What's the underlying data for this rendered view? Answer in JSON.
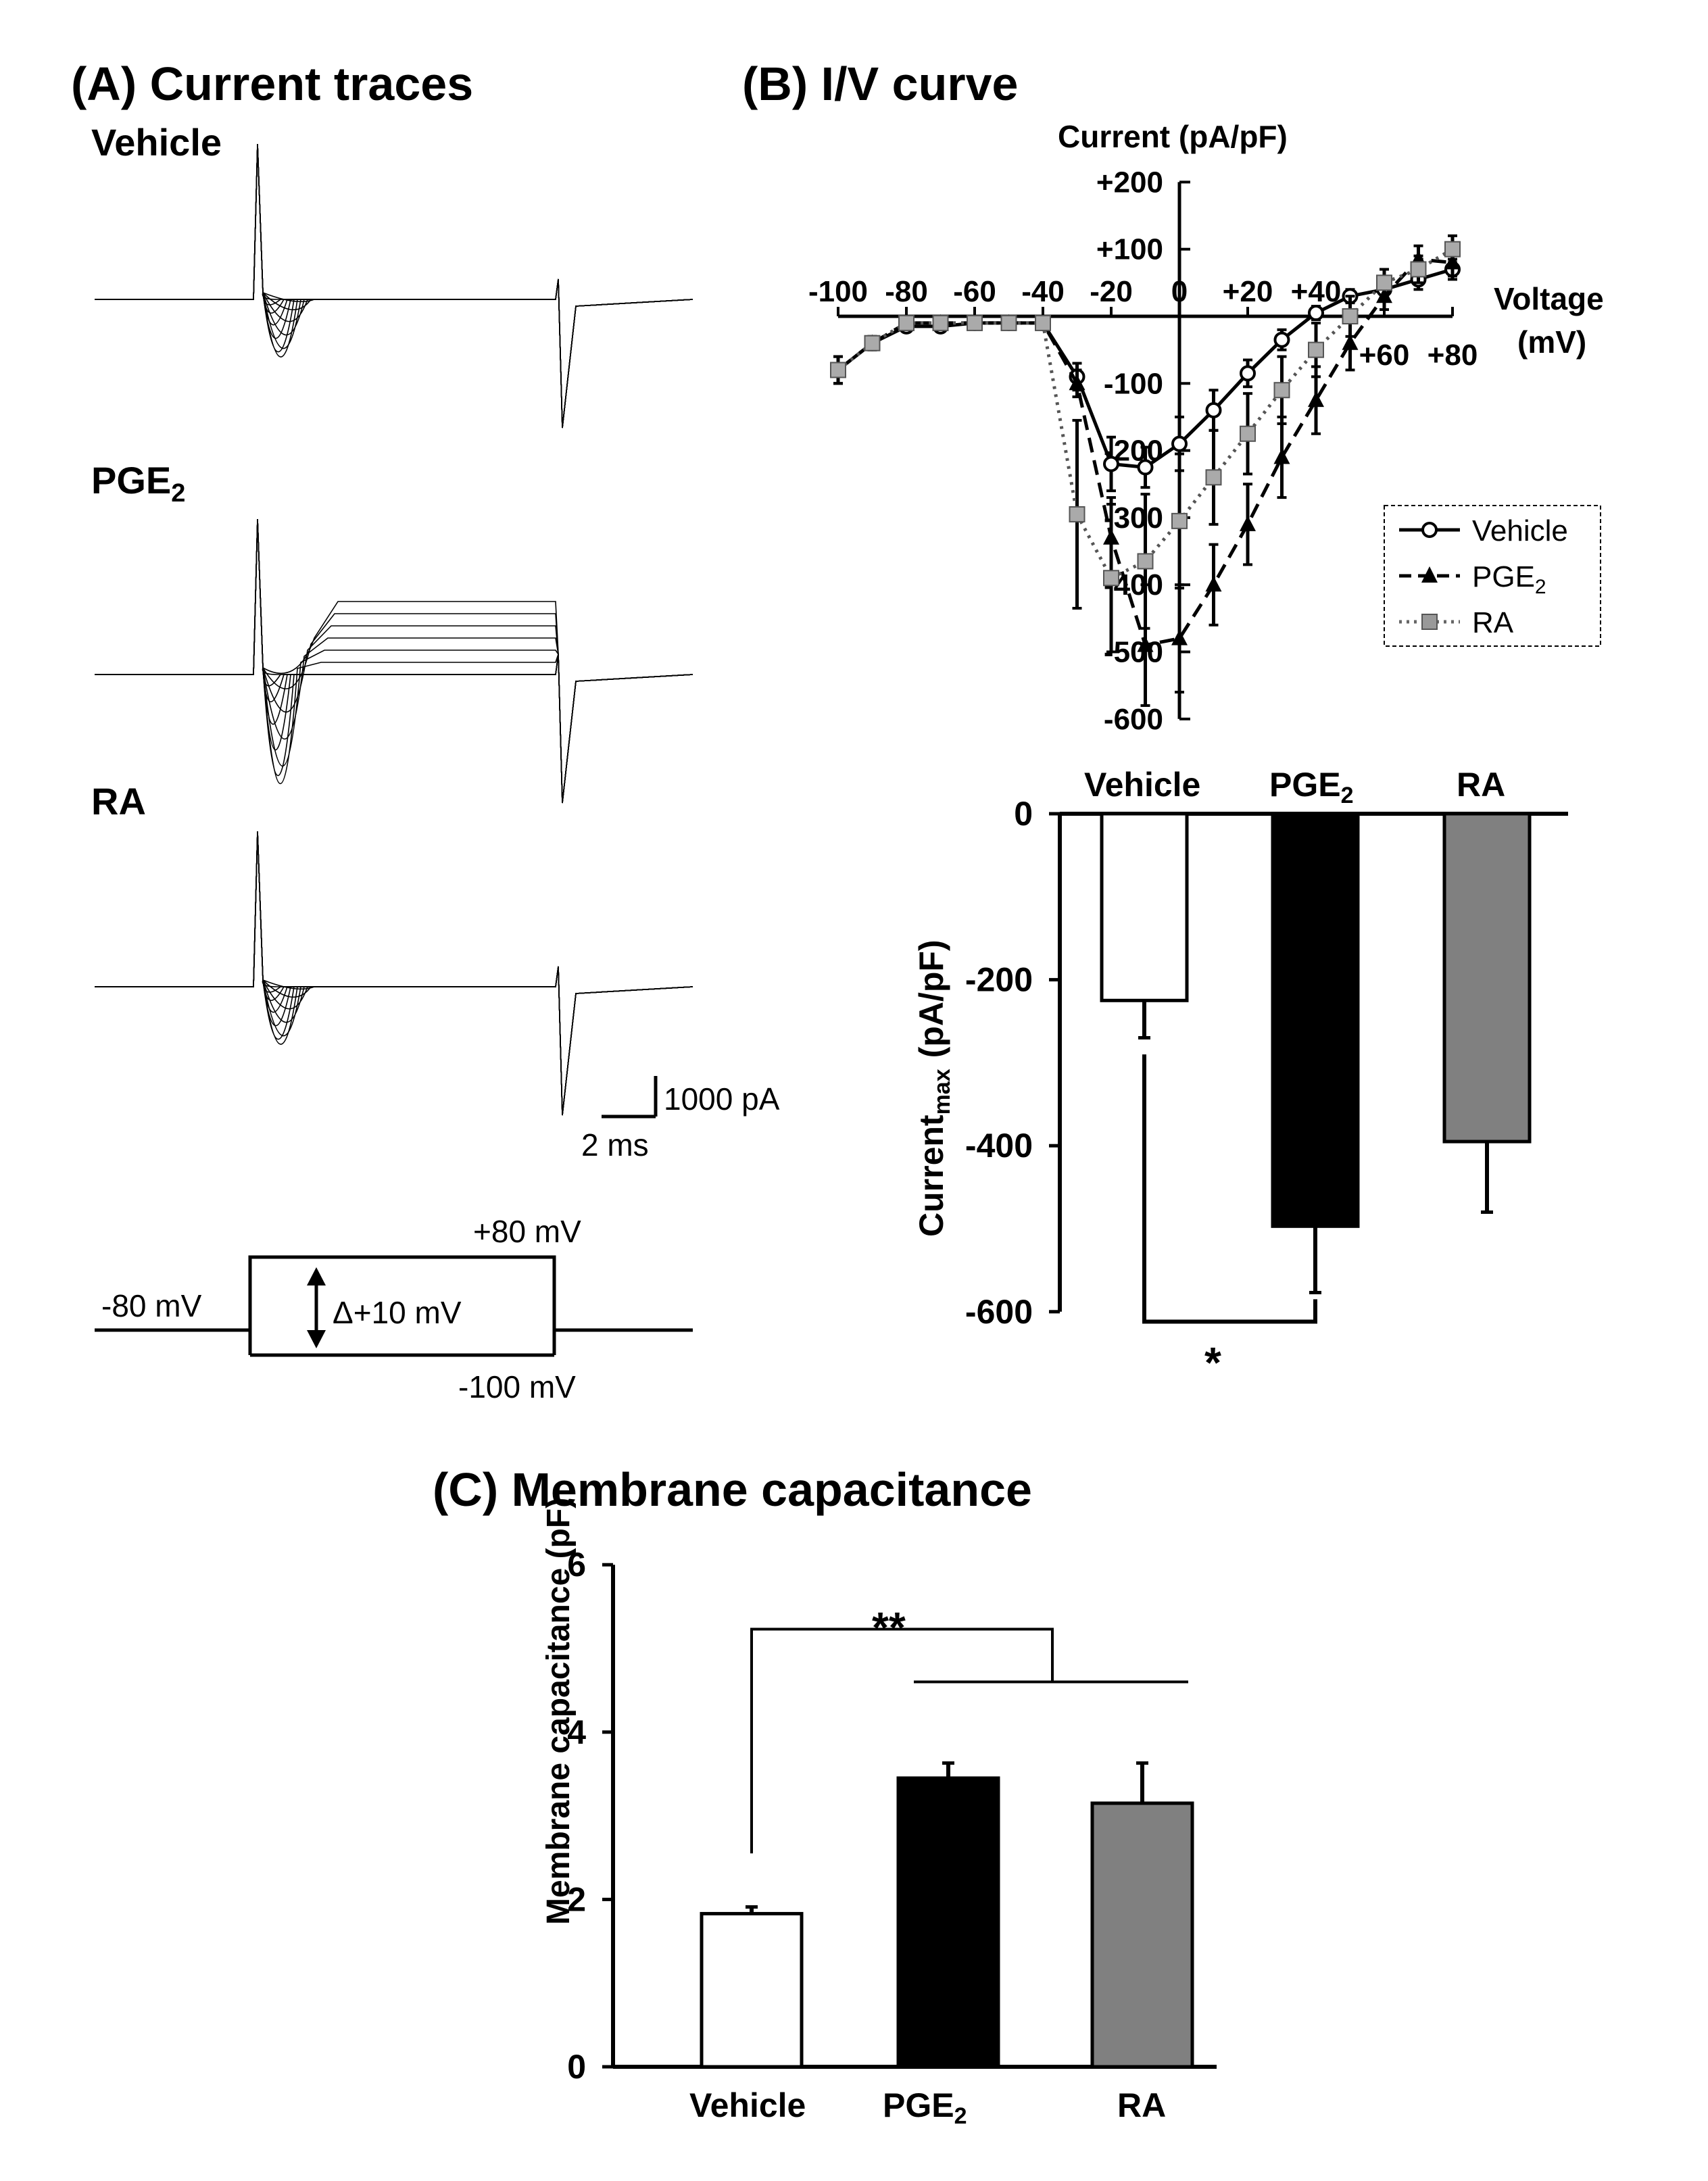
{
  "panel_a": {
    "title": "(A) Current traces",
    "labels": {
      "vehicle": "Vehicle",
      "pge2": "PGE",
      "pge2_sub": "2",
      "ra": "RA"
    },
    "scale_bar": {
      "y_label": "1000 pA",
      "x_label": "2 ms"
    },
    "protocol": {
      "hold": "-80 mV",
      "top": "+80 mV",
      "bottom": "-100 mV",
      "step": "Δ+10 mV"
    }
  },
  "panel_b": {
    "title": "(B) I/V curve",
    "y_title": "Current (pA/pF)",
    "x_title_1": "Voltage",
    "x_title_2": "(mV)",
    "legend": {
      "vehicle": "Vehicle",
      "pge2": "PGE",
      "pge2_sub": "2",
      "ra": "RA"
    },
    "bar_ylabel": "Current",
    "bar_ylabel_sub": "max",
    "bar_ylabel_unit": "(pA/pF)",
    "bar_cat_vehicle": "Vehicle",
    "bar_cat_pge2": "PGE",
    "bar_cat_pge2_sub": "2",
    "bar_cat_ra": "RA",
    "sig": "*"
  },
  "panel_c": {
    "title": "(C) Membrane capacitance",
    "ylabel": "Membrane capacitance (pF)",
    "cat_vehicle": "Vehicle",
    "cat_pge2": "PGE",
    "cat_pge2_sub": "2",
    "cat_ra": "RA",
    "sig": "**"
  },
  "chart_data": [
    {
      "type": "line",
      "title": "(B) I/V curve",
      "xlabel": "Voltage (mV)",
      "ylabel": "Current (pA/pF)",
      "xlim": [
        -100,
        80
      ],
      "ylim": [
        -600,
        200
      ],
      "x_ticks": [
        -100,
        -80,
        -60,
        -40,
        -20,
        0,
        20,
        40,
        60,
        80
      ],
      "x_tick_labels": [
        "-100",
        "-80",
        "-60",
        "-40",
        "-20",
        "0",
        "+20",
        "+40",
        "+60",
        "+80"
      ],
      "y_ticks": [
        -600,
        -500,
        -400,
        -300,
        -200,
        -100,
        0,
        100,
        200
      ],
      "y_tick_labels": [
        "-600",
        "-500",
        "-400",
        "-300",
        "-200",
        "-100",
        "",
        "+100",
        "+200"
      ],
      "legend_position": "right",
      "x": [
        -100,
        -90,
        -80,
        -70,
        -60,
        -50,
        -40,
        -30,
        -20,
        -10,
        0,
        10,
        20,
        30,
        40,
        50,
        60,
        70,
        80
      ],
      "series": [
        {
          "name": "Vehicle",
          "color": "#000000",
          "marker": "circle-open",
          "dash": "solid",
          "values": [
            -80,
            -40,
            -15,
            -15,
            -10,
            -10,
            -10,
            -90,
            -220,
            -225,
            -190,
            -140,
            -85,
            -35,
            5,
            30,
            40,
            55,
            70
          ],
          "errors": [
            20,
            10,
            5,
            5,
            5,
            5,
            5,
            20,
            40,
            30,
            40,
            30,
            20,
            15,
            10,
            10,
            10,
            15,
            15
          ]
        },
        {
          "name": "PGE2",
          "color": "#000000",
          "marker": "triangle",
          "dash": "dashed",
          "values": [
            -80,
            -40,
            -10,
            -10,
            -10,
            -10,
            -10,
            -100,
            -330,
            -490,
            -480,
            -400,
            -310,
            -210,
            -125,
            -40,
            30,
            85,
            80
          ],
          "errors": [
            20,
            10,
            5,
            5,
            5,
            5,
            5,
            20,
            60,
            90,
            80,
            60,
            60,
            60,
            50,
            40,
            20,
            20,
            20
          ]
        },
        {
          "name": "RA",
          "color": "#999999",
          "marker": "square",
          "dash": "dotted",
          "values": [
            -80,
            -40,
            -10,
            -10,
            -10,
            -10,
            -10,
            -295,
            -390,
            -365,
            -305,
            -240,
            -175,
            -110,
            -50,
            0,
            50,
            70,
            100
          ],
          "errors": [
            20,
            10,
            5,
            5,
            5,
            5,
            5,
            140,
            110,
            100,
            100,
            70,
            60,
            50,
            40,
            30,
            20,
            20,
            20
          ]
        }
      ]
    },
    {
      "type": "bar",
      "ylabel": "Current max (pA/pF)",
      "categories": [
        "Vehicle",
        "PGE2",
        "RA"
      ],
      "values": [
        -225,
        -497,
        -395
      ],
      "errors": [
        45,
        80,
        85
      ],
      "colors": [
        "#ffffff",
        "#000000",
        "#808080"
      ],
      "ylim": [
        -600,
        0
      ],
      "y_ticks": [
        -600,
        -400,
        -200,
        0
      ],
      "annotations": [
        "*"
      ]
    },
    {
      "type": "bar",
      "title": "(C) Membrane capacitance",
      "ylabel": "Membrane capacitance (pF)",
      "categories": [
        "Vehicle",
        "PGE2",
        "RA"
      ],
      "values": [
        1.83,
        3.45,
        3.15
      ],
      "errors": [
        0.08,
        0.18,
        0.48
      ],
      "colors": [
        "#ffffff",
        "#000000",
        "#808080"
      ],
      "ylim": [
        0,
        6
      ],
      "y_ticks": [
        0,
        2,
        4,
        6
      ],
      "annotations": [
        "**"
      ]
    }
  ]
}
